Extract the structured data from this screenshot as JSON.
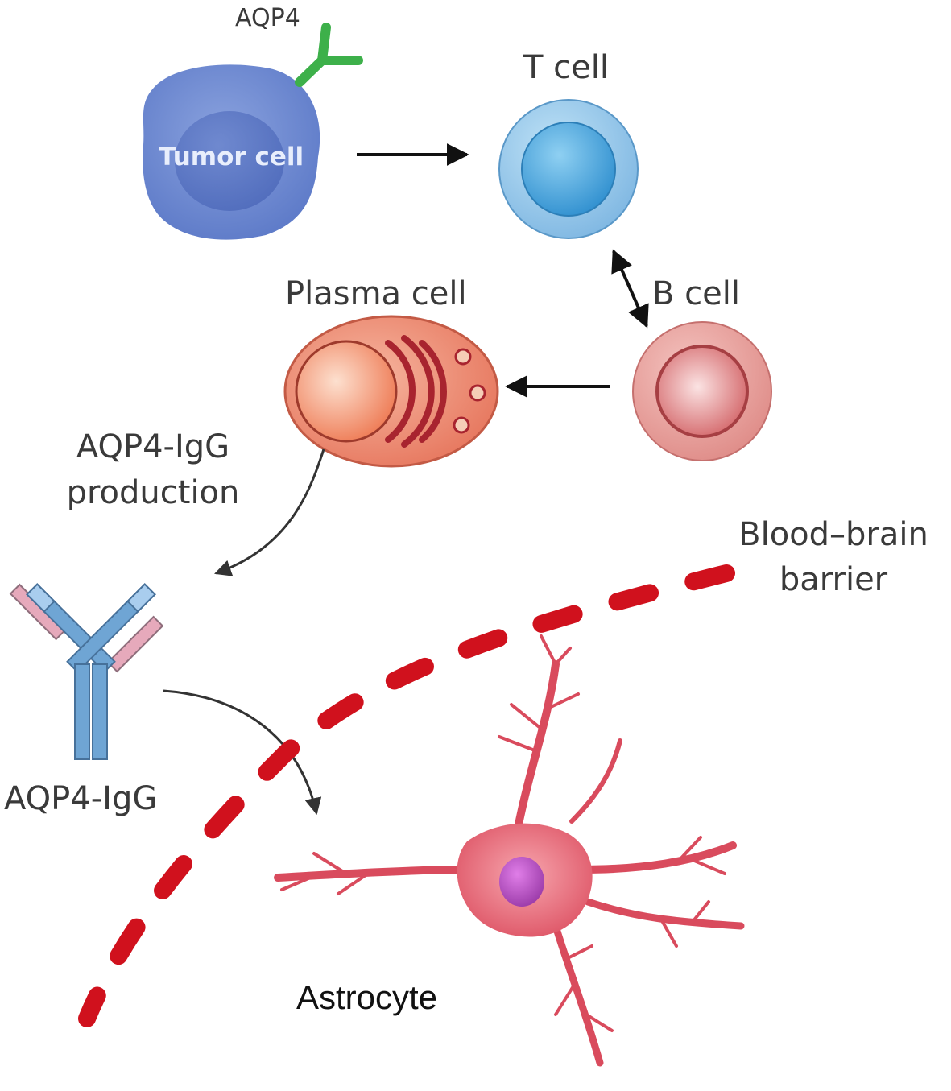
{
  "labels": {
    "aqp4": "AQP4",
    "tumor_cell": "Tumor cell",
    "t_cell": "T cell",
    "b_cell": "B cell",
    "plasma_cell": "Plasma cell",
    "production_line1": "AQP4-IgG",
    "production_line2": "production",
    "aqp4_igg": "AQP4-IgG",
    "bbb_line1": "Blood–brain",
    "bbb_line2": "barrier",
    "astrocyte": "Astrocyte"
  },
  "colors": {
    "tumor": "#6f8bd3",
    "tumor_dark": "#5470bf",
    "receptor": "#3db04a",
    "t_cell_outer": "#8fc3e9",
    "t_cell_inner": "#4aa5dc",
    "b_cell_outer": "#e79a96",
    "b_cell_inner": "#c9504f",
    "plasma": "#e9826d",
    "plasma_stroke": "#b33a35",
    "antibody_heavy": "#6fa5d4",
    "antibody_light": "#e6a9bb",
    "barrier": "#d0111d",
    "astrocyte": "#e25a6a",
    "astrocyte_nucleus": "#b04fc0",
    "arrow": "#111111"
  }
}
